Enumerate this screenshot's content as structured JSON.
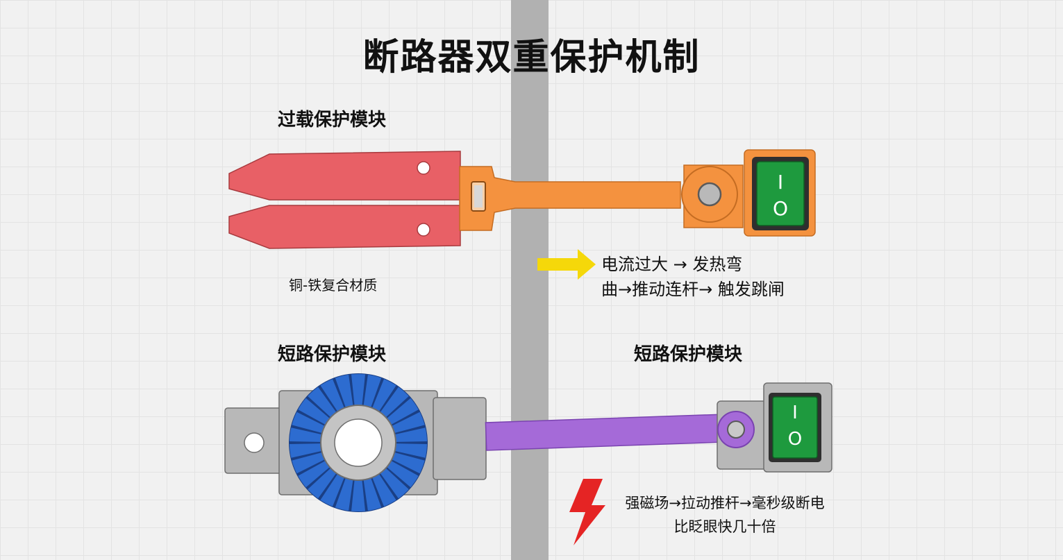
{
  "title": "断路器双重保护机制",
  "overload": {
    "heading": "过载保护模块",
    "material": "铜-铁复合材质",
    "desc_line1": "电流过大 → 发热弯",
    "desc_line2": "曲→推动连杆→ 触发跳闸",
    "switch_on": "I",
    "switch_off": "O"
  },
  "short_circuit": {
    "heading_left": "短路保护模块",
    "heading_right": "短路保护模块",
    "desc_line1": "强磁场→拉动推杆→毫秒级断电",
    "desc_line2": "比眨眼快几十倍",
    "switch_on": "I",
    "switch_off": "O"
  },
  "colors": {
    "bimetal": "#e86066",
    "lever_orange": "#f4923f",
    "switch_green": "#1e9a3e",
    "rod_purple": "#a56ad8",
    "coil_blue": "#2d6cd0",
    "housing_gray": "#b8b8b8",
    "divider": "#b1b1b1",
    "arrow_yellow": "#f5d80a",
    "bolt_red": "#e52424"
  }
}
